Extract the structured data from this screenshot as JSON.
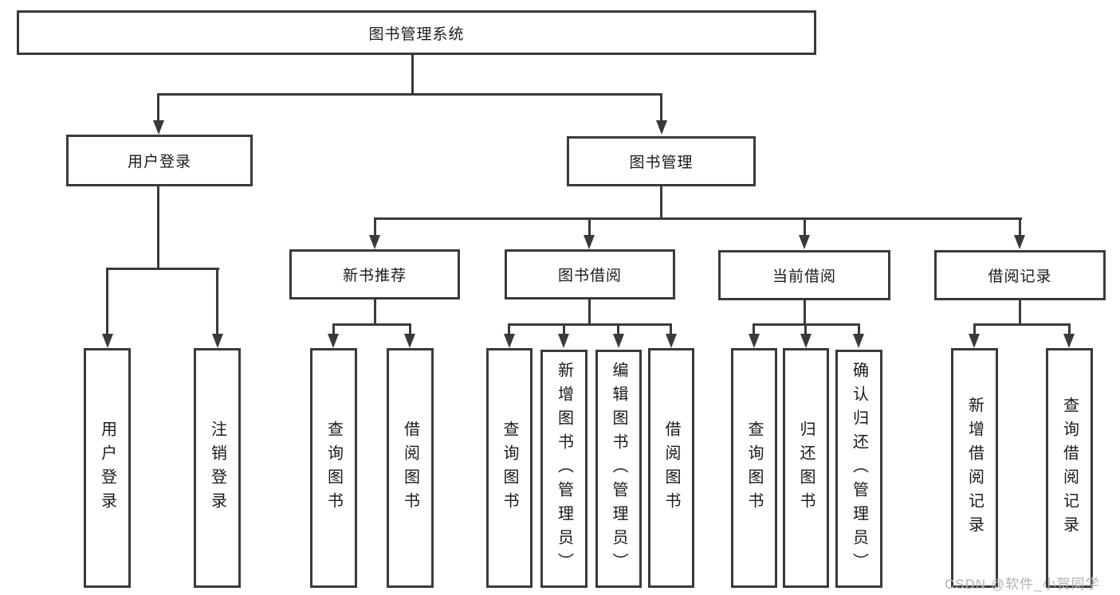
{
  "diagram_title": "图书管理系统",
  "tree": {
    "root": {
      "label": "图书管理系统"
    },
    "branches": [
      {
        "label": "用户登录",
        "children": [
          {
            "label": "用户登录"
          },
          {
            "label": "注销登录"
          }
        ]
      },
      {
        "label": "图书管理",
        "children": [
          {
            "label": "新书推荐",
            "children": [
              {
                "label": "查询图书"
              },
              {
                "label": "借阅图书"
              }
            ]
          },
          {
            "label": "图书借阅",
            "children": [
              {
                "label": "查询图书"
              },
              {
                "label": "新增图书（管理员）"
              },
              {
                "label": "编辑图书（管理员）"
              },
              {
                "label": "借阅图书"
              }
            ]
          },
          {
            "label": "当前借阅",
            "children": [
              {
                "label": "查询图书"
              },
              {
                "label": "归还图书"
              },
              {
                "label": "确认归还（管理员）"
              }
            ]
          },
          {
            "label": "借阅记录",
            "children": [
              {
                "label": "新增借阅记录"
              },
              {
                "label": "查询借阅记录"
              }
            ]
          }
        ]
      }
    ]
  },
  "watermark": {
    "text": "CSDN @软件_小贺同学"
  },
  "colors": {
    "line": "#3a3a3a",
    "text": "#1a1a1a",
    "fill": "#ffffff",
    "watermark": "#b3b3b3",
    "background": "#ffffff"
  }
}
